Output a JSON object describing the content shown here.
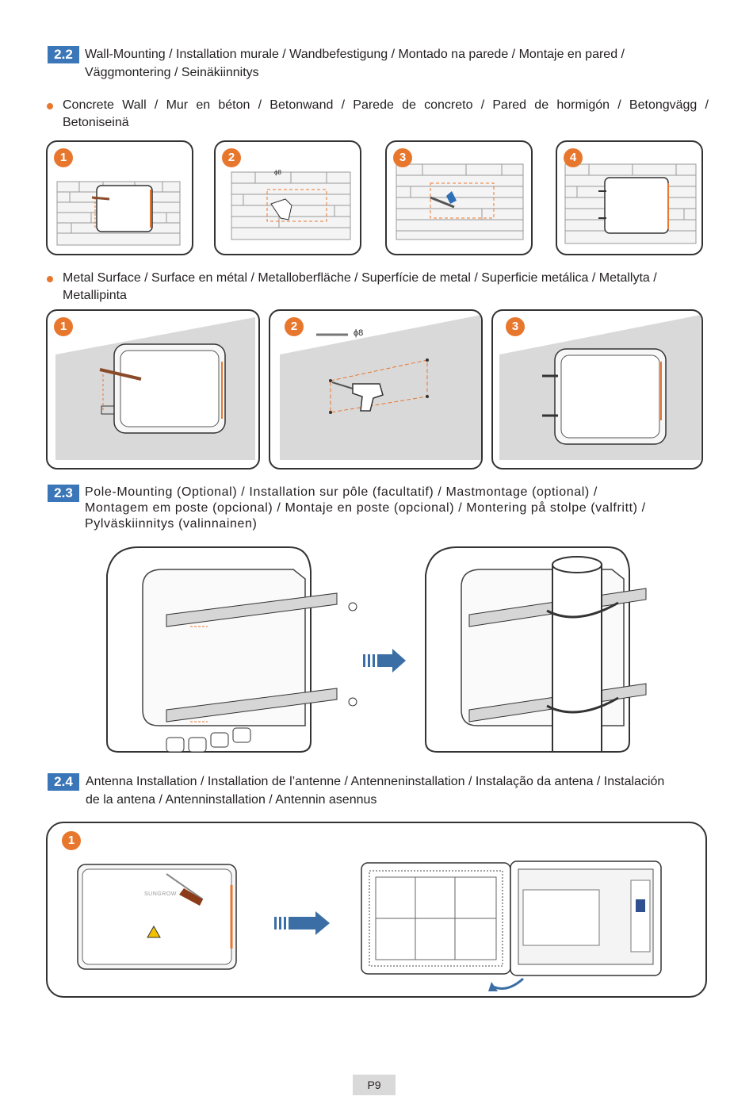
{
  "sections": {
    "s22": {
      "number": "2.2",
      "title_line1": "Wall-Mounting / Installation murale / Wandbefestigung / Montado na parede / Montaje en pared /",
      "title_line2": "Väggmontering / Seinäkiinnitys"
    },
    "concrete": {
      "line1": "Concrete Wall / Mur en béton / Betonwand / Parede de concreto / Pared de hormigón / Betongvägg /",
      "line2": "Betoniseinä"
    },
    "metal": {
      "line1": "Metal Surface / Surface en métal / Metalloberfläche / Superfície de metal / Superficie metálica / Metallyta /",
      "line2": "Metallipinta"
    },
    "s23": {
      "number": "2.3",
      "title_line1": "Pole-Mounting (Optional) / Installation sur pôle (facultatif) / Mastmontage (optional) /",
      "title_line2": "Montagem em poste (opcional) / Montaje en poste (opcional) / Montering på stolpe (valfritt) /",
      "title_line3": "Pylväskiinnitys (valinnainen)"
    },
    "s24": {
      "number": "2.4",
      "title_line1": "Antenna Installation / Installation de l’antenne / Antenneninstallation / Instalação da antena / Instalación",
      "title_line2": "de la antena / Antenninstallation / Antennin asennus"
    }
  },
  "steps": {
    "s1": "1",
    "s2": "2",
    "s3": "3",
    "s4": "4"
  },
  "drill_label": "ϕ8",
  "brand_label": "SUNGROW",
  "page_number": "P9",
  "colors": {
    "accent_orange": "#e8772e",
    "section_blue": "#3a76b8",
    "wall_gray": "#d9d9d9",
    "arrow_blue": "#3a6ea5"
  }
}
